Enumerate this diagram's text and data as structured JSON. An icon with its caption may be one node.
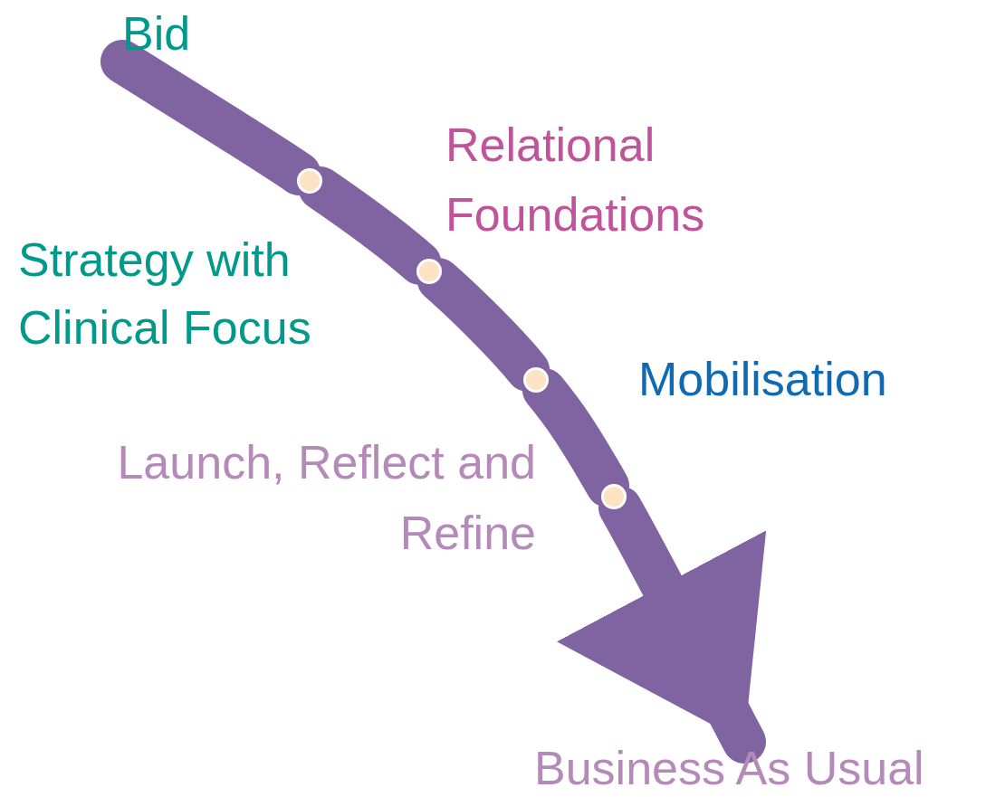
{
  "diagram": {
    "nodes": [
      {
        "text": [
          "Bid"
        ]
      },
      {
        "text": [],
        "shape": "circle"
      },
      {
        "text": [],
        "shape": "circle"
      },
      {
        "text": [],
        "shape": "circle"
      },
      {
        "text": [],
        "shape": "circle"
      },
      {
        "text": [
          "Business As Usual"
        ]
      }
    ],
    "edges": [
      {
        "from": 0,
        "to": 1,
        "arrow": "none"
      },
      {
        "from": 1,
        "to": 2,
        "arrow": "none"
      },
      {
        "from": 2,
        "to": 3,
        "arrow": "none"
      },
      {
        "from": 3,
        "to": 4,
        "arrow": "none"
      },
      {
        "from": 4,
        "to": 5,
        "arrow": "to"
      }
    ],
    "labels": [
      "Relational Foundations",
      "Strategy with Clinical Focus",
      "Mobilisation",
      "Launch, Reflect and Refine"
    ]
  }
}
